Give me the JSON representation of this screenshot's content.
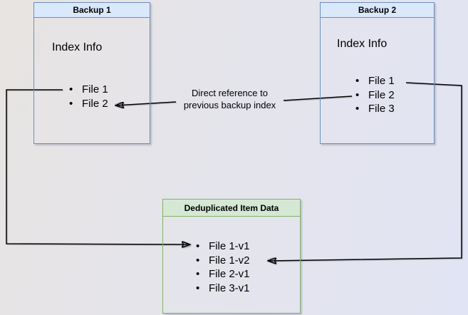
{
  "diagram": {
    "nodes": {
      "backup1": {
        "title": "Backup 1",
        "label": "Index Info",
        "items": [
          "File 1",
          "File 2"
        ]
      },
      "backup2": {
        "title": "Backup 2",
        "label": "Index Info",
        "items": [
          "File 1",
          "File 2",
          "File 3"
        ]
      },
      "dedup": {
        "title": "Deduplicated Item Data",
        "items": [
          "File 1-v1",
          "File 1-v2",
          "File 2-v1",
          "File 3-v1"
        ]
      }
    },
    "annotation": {
      "line1": "Direct reference to",
      "line2": "previous backup index"
    },
    "colors": {
      "node_blue_fill": "#dae8fc",
      "node_blue_border": "#6c8ebf",
      "node_green_fill": "#d5e8d4",
      "node_green_border": "#82b366",
      "connector": "#000000"
    }
  }
}
